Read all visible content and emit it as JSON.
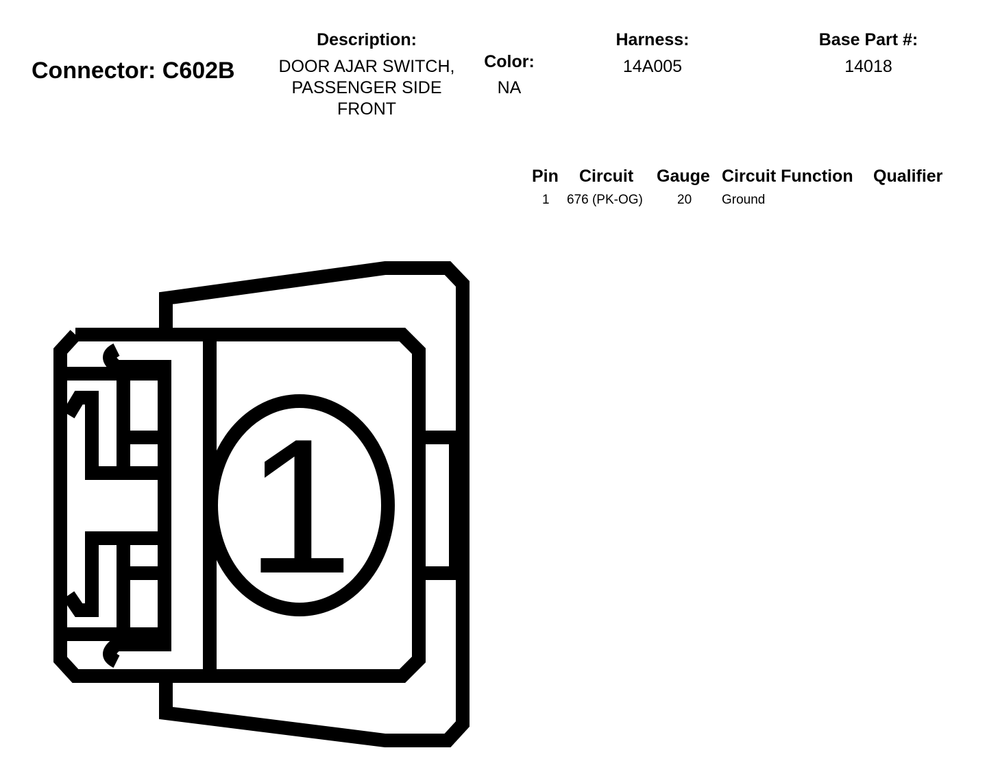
{
  "connector": {
    "label": "Connector: C602B"
  },
  "description": {
    "title": "Description:",
    "lines": [
      "DOOR AJAR SWITCH,",
      "PASSENGER SIDE",
      "FRONT"
    ]
  },
  "color": {
    "title": "Color:",
    "value": "NA"
  },
  "harness": {
    "title": "Harness:",
    "value": "14A005"
  },
  "base_part": {
    "title": "Base Part #:",
    "value": "14018"
  },
  "pin_table": {
    "headers": {
      "pin": "Pin",
      "circuit": "Circuit",
      "gauge": "Gauge",
      "circuit_function": "Circuit Function",
      "qualifier": "Qualifier"
    },
    "rows": [
      {
        "pin": "1",
        "circuit": "676 (PK-OG)",
        "gauge": "20",
        "circuit_function": "Ground",
        "qualifier": ""
      }
    ]
  },
  "diagram": {
    "pin_label": "1",
    "stroke_color": "#000000"
  }
}
